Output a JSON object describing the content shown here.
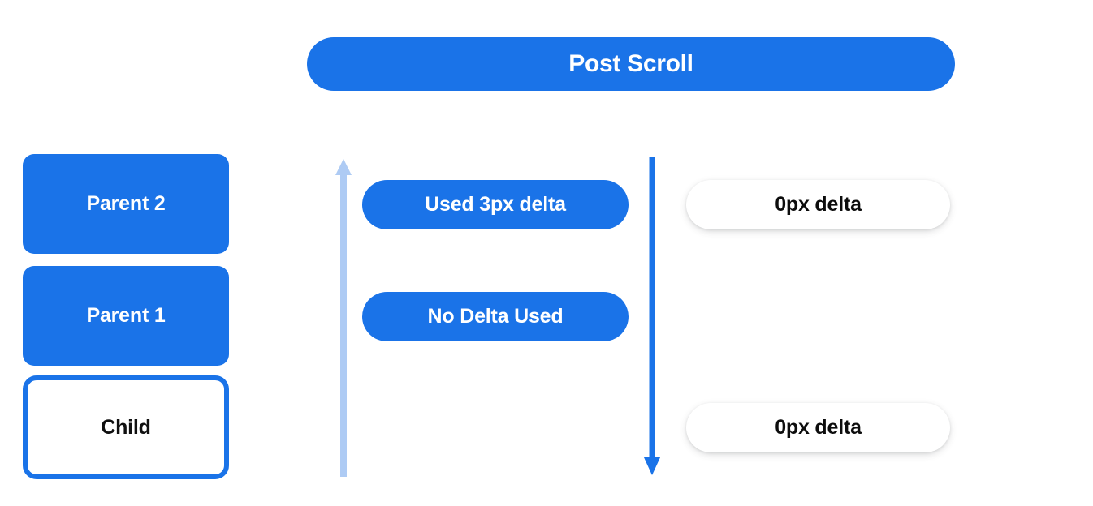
{
  "header": {
    "title": "Post Scroll"
  },
  "scroll_chain": {
    "label": "scroll-chain-nodes",
    "nodes": [
      {
        "id": "parent2",
        "label": "Parent 2",
        "style": "filled"
      },
      {
        "id": "parent1",
        "label": "Parent 1",
        "style": "filled"
      },
      {
        "id": "child",
        "label": "Child",
        "style": "outlined"
      }
    ]
  },
  "arrows": {
    "up": {
      "name": "up-arrow-light",
      "direction": "up",
      "color": "#aecbf4"
    },
    "down": {
      "name": "down-arrow-solid",
      "direction": "down",
      "color": "#1a73e8"
    }
  },
  "delta_column": {
    "items": [
      {
        "id": "used-delta",
        "label": "Used 3px delta"
      },
      {
        "id": "no-delta",
        "label": "No Delta Used"
      }
    ]
  },
  "result_column": {
    "items": [
      {
        "id": "right-top",
        "label": "0px delta"
      },
      {
        "id": "right-bottom",
        "label": "0px delta"
      }
    ]
  },
  "colors": {
    "accent_blue": "#1a73e8",
    "light_blue": "#aecbf4",
    "background": "#ffffff",
    "text_dark": "#0d0d0d",
    "text_light": "#ffffff"
  }
}
